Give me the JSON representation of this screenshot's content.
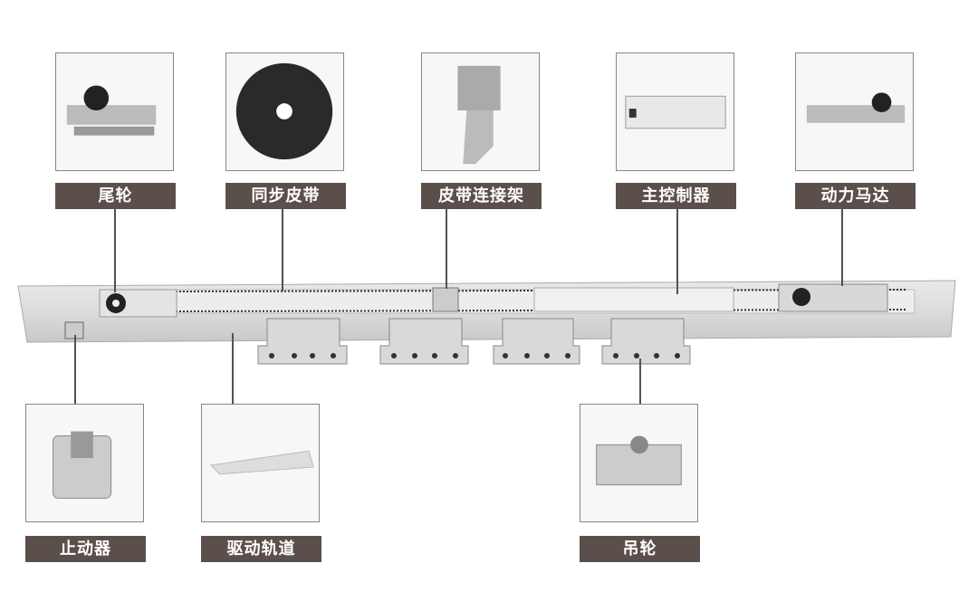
{
  "components": {
    "tail_wheel": "尾轮",
    "timing_belt": "同步皮带",
    "belt_connector": "皮带连接架",
    "main_controller": "主控制器",
    "motor": "动力马达",
    "stopper": "止动器",
    "drive_rail": "驱动轨道",
    "hanger_wheel": "吊轮"
  },
  "colors": {
    "label_bg": "#5b4f4c",
    "label_text": "#ffffff"
  }
}
